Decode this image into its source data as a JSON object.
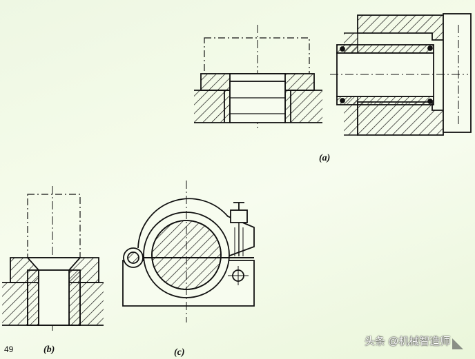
{
  "figures": {
    "a": {
      "caption": "(a)"
    },
    "b": {
      "caption": "(b)"
    },
    "c": {
      "caption": "(c)"
    }
  },
  "page_number": "49",
  "watermark": "头条 @机械智造师",
  "colors": {
    "background": "#f1f9e6",
    "line": "#111111",
    "fill_white": "#ffffff"
  }
}
